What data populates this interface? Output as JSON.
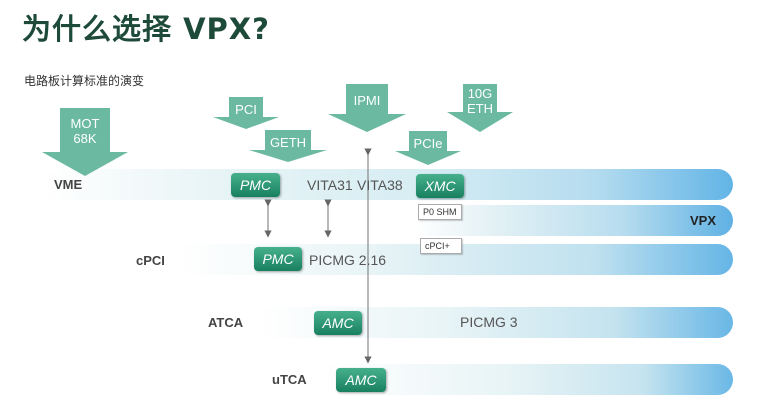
{
  "title": "为什么选择 VPX?",
  "subtitle": "电路板计算标准的演变",
  "arrows": {
    "mot": "MOT\n68K",
    "pci": "PCI",
    "geth": "GETH",
    "ipmi": "IPMI",
    "pcie": "PCIe",
    "eth10g": "10G\nETH"
  },
  "buses": {
    "vme": "VME",
    "vpx": "VPX",
    "cpci": "cPCI",
    "atca": "ATCA",
    "utca": "uTCA"
  },
  "modules": {
    "pmc_vme": "PMC",
    "xmc_vme": "XMC",
    "pmc_cpci": "PMC",
    "amc_atca": "AMC",
    "amc_utca": "AMC"
  },
  "labels": {
    "vita31": "VITA31",
    "vita38": "VITA38",
    "picmg216": "PICMG 2.16",
    "picmg3": "PICMG 3"
  },
  "tags": {
    "p0shm": "P0 SHM",
    "cpci_plus": "cPCI+"
  },
  "colors": {
    "title": "#1e4a3a",
    "arrow": "#6ab9a0",
    "pill": "#1f8a66",
    "bar_dark": "#5aafe0",
    "bar_light": "#eaf5f6"
  }
}
